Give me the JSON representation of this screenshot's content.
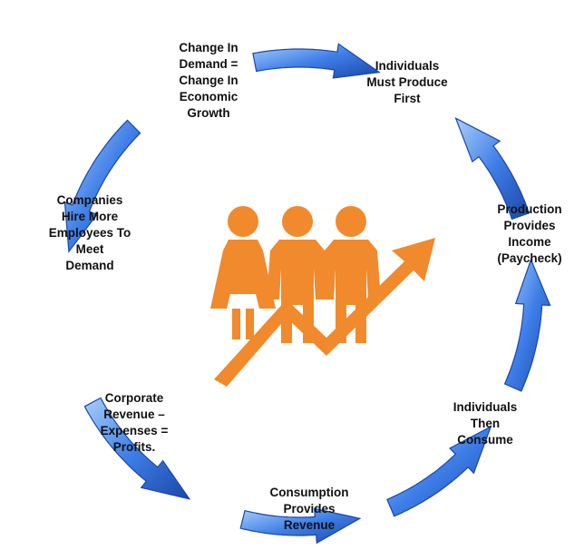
{
  "colors": {
    "arrow_dark": "#1a47a8",
    "arrow_mid": "#3f7ee8",
    "arrow_light": "#a9cff8",
    "people": "#f08a2c"
  },
  "icons": {
    "center": "people-growth-icon",
    "cycle_arrow": "curved-arrow-icon"
  },
  "cycle_steps": [
    {
      "lines": [
        "Change In",
        "Demand =",
        "Change In",
        "Economic",
        "Growth"
      ]
    },
    {
      "lines": [
        "Individuals",
        "Must Produce",
        "First"
      ]
    },
    {
      "lines": [
        "Production",
        "Provides",
        "Income",
        "(Paycheck)"
      ]
    },
    {
      "lines": [
        "Individuals",
        "Then",
        "Consume"
      ]
    },
    {
      "lines": [
        "Consumption",
        "Provides",
        "Revenue"
      ]
    },
    {
      "lines": [
        "Corporate",
        "Revenue –",
        "Expenses =",
        "Profits."
      ]
    },
    {
      "lines": [
        "Companies",
        "Hire More",
        "Employees To",
        "Meet",
        "Demand"
      ]
    }
  ]
}
